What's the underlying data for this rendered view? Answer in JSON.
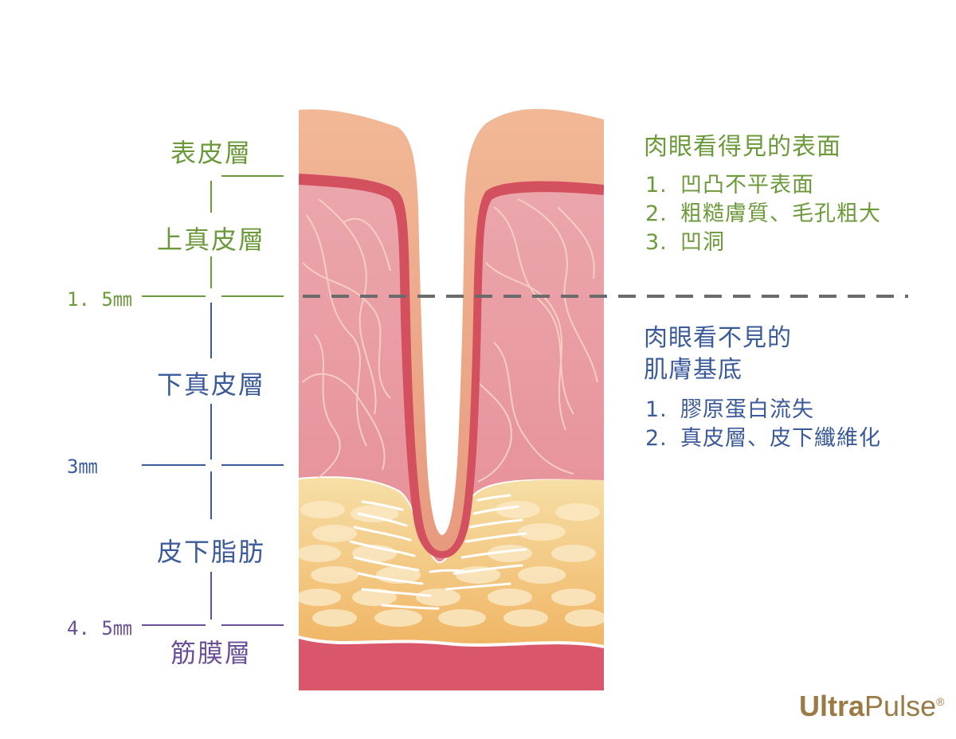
{
  "layers": {
    "epidermis": "表皮層",
    "upper_dermis": "上真皮層",
    "lower_dermis": "下真皮層",
    "subcutaneous_fat": "皮下脂肪",
    "fascia": "筋膜層"
  },
  "depths": {
    "d1": "1. 5㎜",
    "d2": "3㎜",
    "d3": "4. 5㎜"
  },
  "visible": {
    "title": "肉眼看得見的表面",
    "items": [
      {
        "num": "1.",
        "text": "凹凸不平表面"
      },
      {
        "num": "2.",
        "text": "粗糙膚質、毛孔粗大"
      },
      {
        "num": "3.",
        "text": "凹洞"
      }
    ]
  },
  "invisible": {
    "title_line1": "肉眼看不見的",
    "title_line2": "肌膚基底",
    "items": [
      {
        "num": "1.",
        "text": "膠原蛋白流失"
      },
      {
        "num": "2.",
        "text": "真皮層、皮下纖維化"
      }
    ]
  },
  "logo": {
    "bold": "Ultra",
    "light": "Pulse",
    "mark": "®"
  },
  "colors": {
    "green": "#6c9a3b",
    "blue": "#3b5a9a",
    "purple": "#6a4f9a",
    "dashed_line": "#6b6b6b"
  }
}
